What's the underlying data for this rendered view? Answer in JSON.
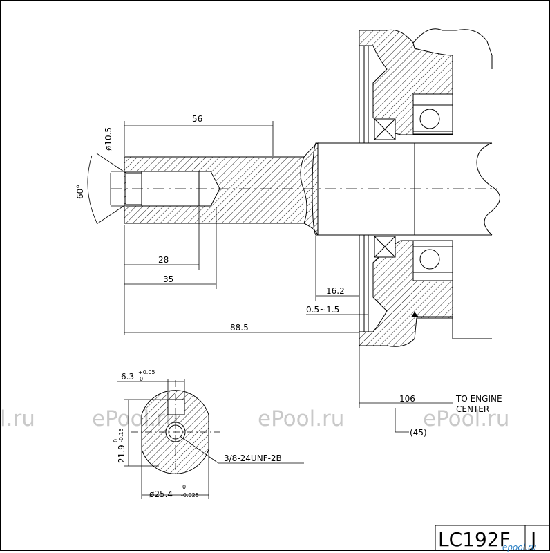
{
  "dimensions": {
    "d56": "56",
    "d10_5": "ø10.5",
    "d60": "60°",
    "d28": "28",
    "d35": "35",
    "d88_5": "88.5",
    "d16_2": "16.2",
    "d0_5_1_5": "0.5~1.5",
    "d106": "106",
    "to_engine_center": [
      "TO ENGINE",
      "CENTER"
    ],
    "d45": "(45)",
    "key_width": "6.3",
    "key_width_tol_upper": "+0.05",
    "key_width_tol_lower": "0",
    "key_depth": "21.9",
    "key_depth_tol_upper": "0",
    "key_depth_tol_lower": "-0.15",
    "thread": "3/8-24UNF-2B",
    "shaft_dia": "ø25.4",
    "shaft_dia_tol_upper": "0",
    "shaft_dia_tol_lower": "-0.025"
  },
  "title_block": {
    "model": "LC192F",
    "suffix": "J"
  },
  "watermarks": [
    "l.ru",
    "ePool.ru",
    "ePool.ru",
    "ePool.ru"
  ],
  "logo": "epool.ru",
  "colors": {
    "line": "#000000",
    "watermark": "#c9c9c9",
    "logo": "#2a7fc4"
  }
}
